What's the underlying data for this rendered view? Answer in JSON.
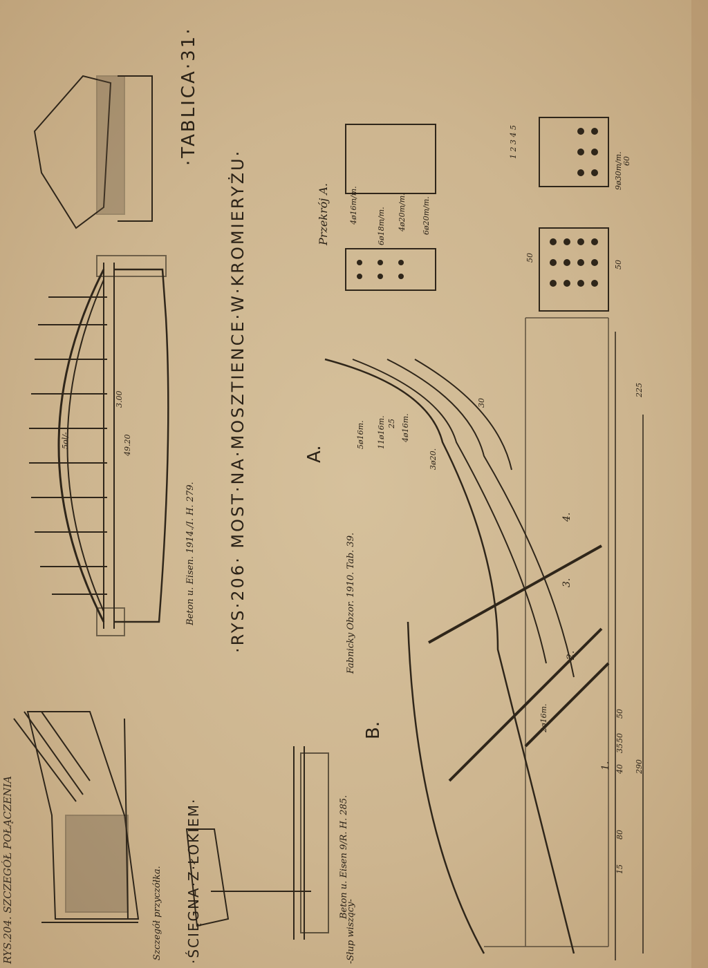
{
  "sheet": {
    "header_left": "RYS.204. SZCZEGÓŁ POŁĄCZENIA",
    "tablica": "·TABLICA·31·",
    "main_title_prefix": "·RYS·206·",
    "main_title_rest": "MOST·NA·MOSZTIENCE·W·KROMIERYŻU·",
    "source_top": "Beton u. Eisen. 1914./I. H. 279.",
    "source_mid": "Fabnicky Obzor. 1910. Tab. 39.",
    "source_low": "Beton u. Eisen 9/R. H. 285.",
    "caption_sciegna": "·ŚCIĘGNA·Z·ŁOKIEM·",
    "caption_szczegol": "Szczegół przyczółka.",
    "caption_slup": "-Słup wiszący-",
    "section_a_title": "Przekrój A.",
    "section_a_mark": "A.",
    "section_b_mark": "B."
  },
  "drawings": {
    "arch_span_label": "5ol/-",
    "arch_rise_label": "3.00",
    "arch_length_label": "49.20",
    "bar_labels": [
      "5ø16m.",
      "11ø16m.",
      "4ø16m.",
      "3ø20.",
      "2ø16m.",
      "25",
      "30",
      "50"
    ],
    "section_a_labels": [
      "4ø16m/m.",
      "6ø18m/m.",
      "4ø20m/m.",
      "6ø20m/m."
    ],
    "chain_bottom": [
      "35",
      "50",
      "40",
      "50",
      "80",
      "15"
    ],
    "chain_bottom_totals": [
      "290",
      "225"
    ],
    "tendon_numbers": [
      "1.",
      "2.",
      "3.",
      "4."
    ],
    "right_details": [
      "9ø30m/m.",
      "60",
      "50",
      "1 2 3 4 5"
    ]
  }
}
